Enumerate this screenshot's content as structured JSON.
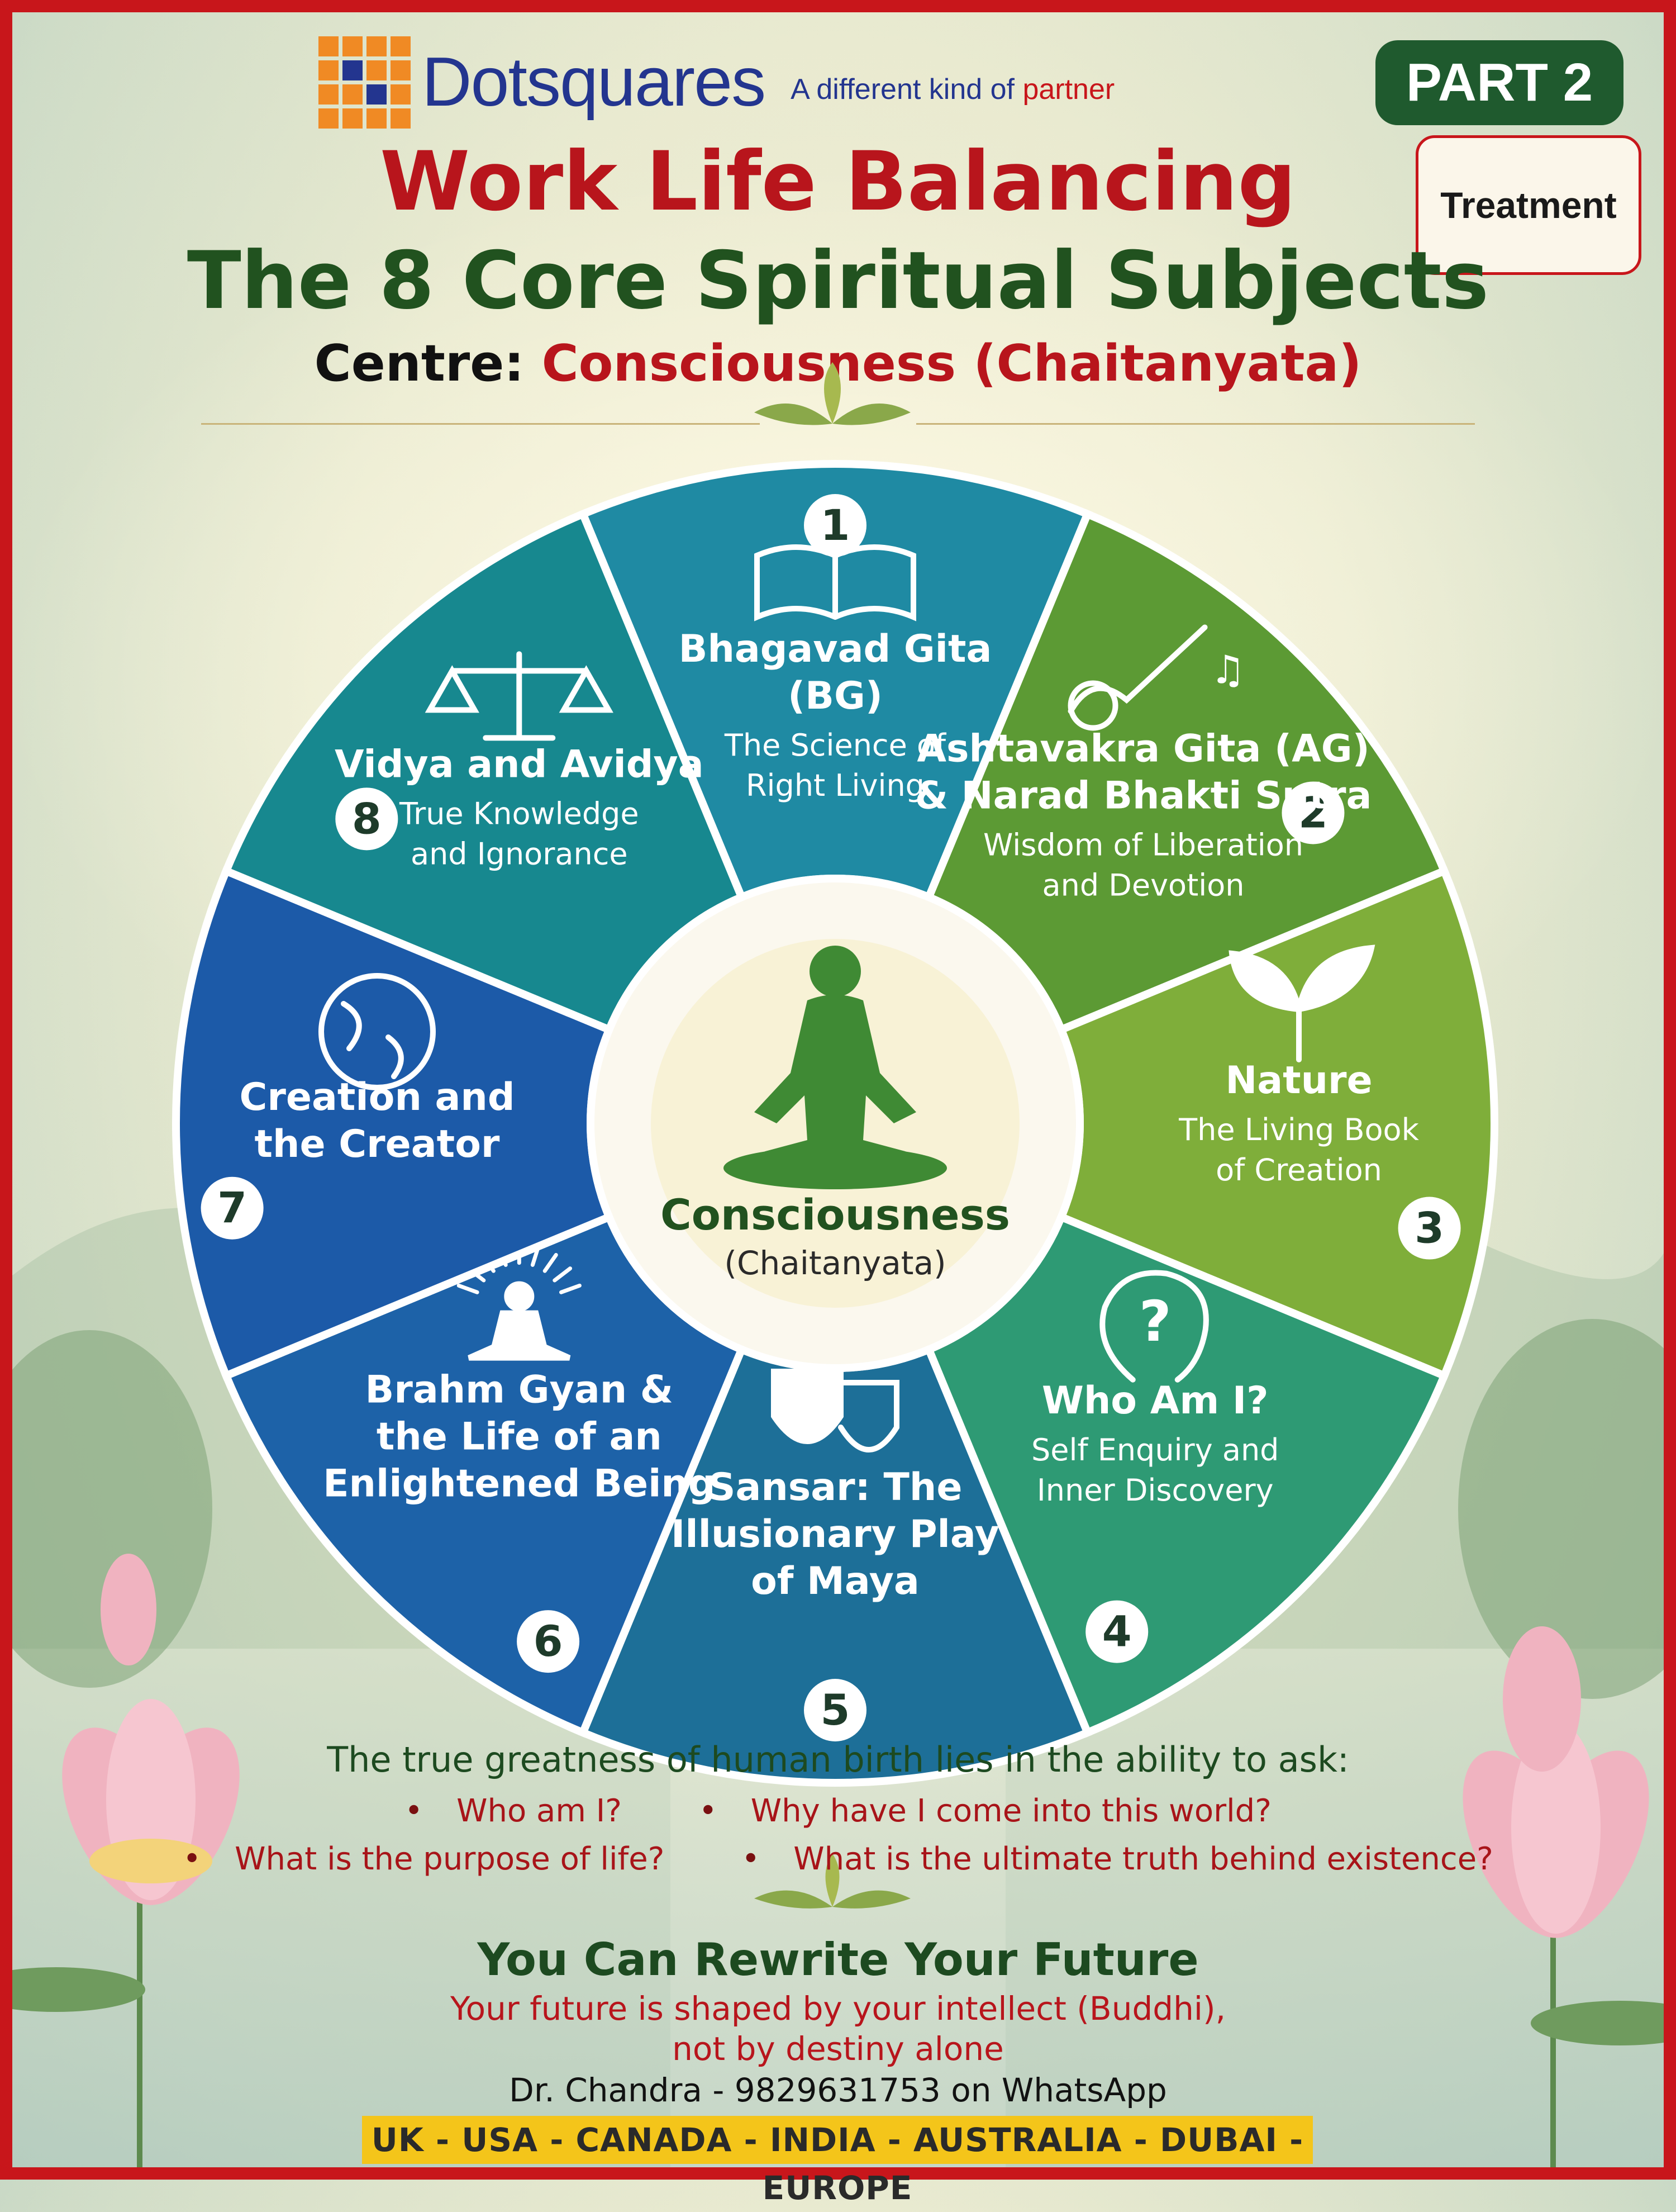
{
  "brand": {
    "name": "Dotsquares",
    "tagline_main": "A different kind of",
    "tagline_accent": "partner",
    "logo_colors": [
      "#f08a24",
      "#f08a24",
      "#23358f",
      "#f08a24"
    ]
  },
  "badges": {
    "part": "PART 2",
    "treatment": "Treatment"
  },
  "header": {
    "title": "Work Life Balancing",
    "subtitle": "The 8 Core Spiritual Subjects",
    "centre_label": "Centre:",
    "centre_value": "Consciousness (Chaitanyata)"
  },
  "wheel": {
    "center": {
      "title": "Consciousness",
      "subtitle": "(Chaitanyata)",
      "icon": "meditating-person-icon"
    },
    "segments": [
      {
        "number": "1",
        "icon": "open-book-icon",
        "color": "#1f8aa3",
        "title_lines": [
          "Bhagavad Gita",
          "(BG)"
        ],
        "desc_lines": [
          "The Science of",
          "Right Living"
        ]
      },
      {
        "number": "2",
        "icon": "veena-music-icon",
        "color": "#5c9a34",
        "title_lines": [
          "Ashtavakra Gita (AG)",
          "& Narad Bhakti Sutra"
        ],
        "desc_lines": [
          "Wisdom of Liberation",
          "and Devotion"
        ]
      },
      {
        "number": "3",
        "icon": "sprout-icon",
        "color": "#7fae3a",
        "title_lines": [
          "Nature"
        ],
        "desc_lines": [
          "The Living Book",
          "of Creation"
        ]
      },
      {
        "number": "4",
        "icon": "head-question-icon",
        "color": "#2e9a74",
        "title_lines": [
          "Who Am I?"
        ],
        "desc_lines": [
          "Self Enquiry and",
          "Inner Discovery"
        ]
      },
      {
        "number": "5",
        "icon": "theatre-masks-icon",
        "color": "#1d6f98",
        "title_lines": [
          "Sansar: The",
          "Illusionary Play",
          "of Maya"
        ],
        "desc_lines": []
      },
      {
        "number": "6",
        "icon": "radiant-meditator-icon",
        "color": "#1d62a8",
        "title_lines": [
          "Brahm Gyan &",
          "the Life of an",
          "Enlightened Being"
        ],
        "desc_lines": []
      },
      {
        "number": "7",
        "icon": "globe-icon",
        "color": "#1c5aa8",
        "title_lines": [
          "Creation and",
          "the Creator"
        ],
        "desc_lines": []
      },
      {
        "number": "8",
        "icon": "balance-scale-icon",
        "color": "#17888f",
        "title_lines": [
          "Vidya and Avidya"
        ],
        "desc_lines": [
          "True Knowledge",
          "and Ignorance"
        ]
      }
    ]
  },
  "questions": {
    "intro": "The true greatness of human birth lies in the ability to ask:",
    "row1": [
      "Who am I?",
      "Why have I come into this world?"
    ],
    "row2": [
      "What is the purpose of life?",
      "What is the ultimate truth behind existence?"
    ]
  },
  "future": {
    "title": "You Can Rewrite Your Future",
    "line1": "Your future is shaped by your intellect (Buddhi),",
    "line2": "not by destiny alone"
  },
  "contact": "Dr. Chandra - 9829631753 on WhatsApp",
  "countries": "UK - USA - CANADA - INDIA - AUSTRALIA - DUBAI - EUROPE"
}
